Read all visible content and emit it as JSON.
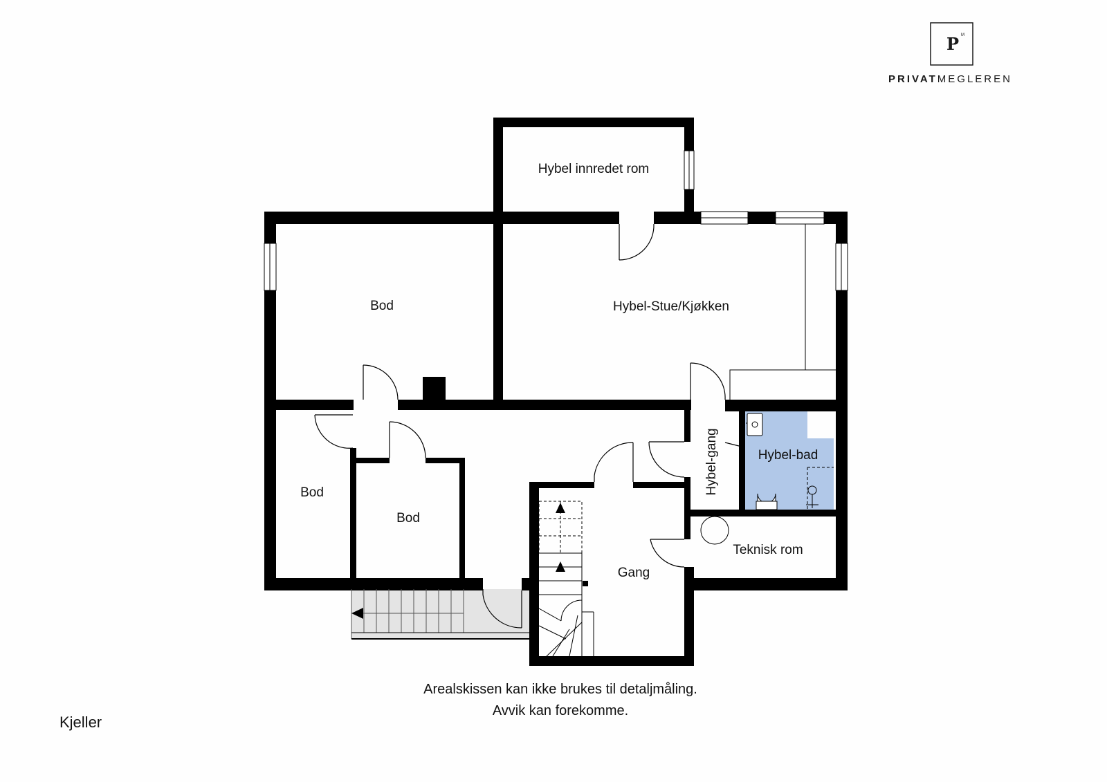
{
  "brand": {
    "mark": "P",
    "mark_sup": "M",
    "name_bold": "PRIVAT",
    "name_light": "MEGLEREN"
  },
  "rooms": {
    "hybel_innredet_rom": "Hybel innredet rom",
    "bod_top": "Bod",
    "hybel_stue": "Hybel-Stue/Kjøkken",
    "bod_left": "Bod",
    "bod_mid": "Bod",
    "hybel_gang": "Hybel-gang",
    "hybel_bad": "Hybel-bad",
    "gang": "Gang",
    "teknisk_rom": "Teknisk rom"
  },
  "disclaimer": {
    "line1": "Arealskissen kan ikke brukes til detaljmåling.",
    "line2": "Avvik kan forekomme."
  },
  "floor": {
    "name": "Kjeller"
  },
  "colors": {
    "wall": "#000000",
    "bathroom_fill": "#b1c8e8",
    "stair_fill": "#e4e4e4",
    "background": "#fefefe"
  }
}
